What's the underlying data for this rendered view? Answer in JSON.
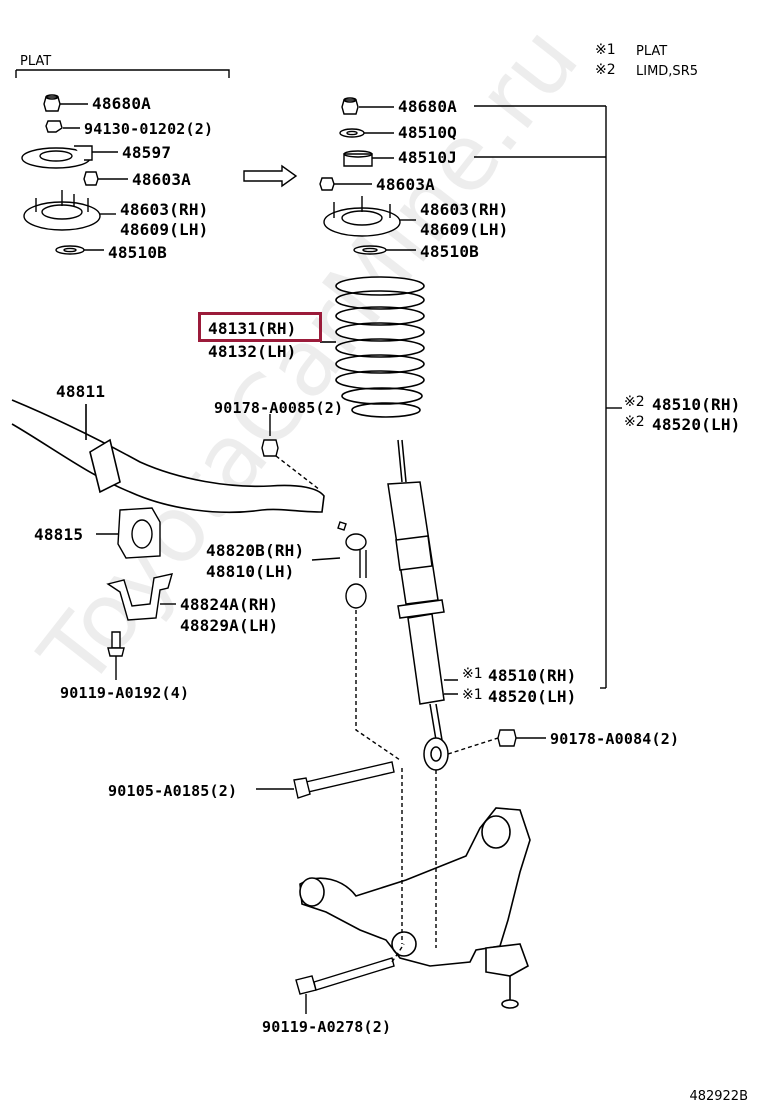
{
  "legend": {
    "note1_mark": "※1",
    "note1_text": "PLAT",
    "note2_mark": "※2",
    "note2_text": "LIMD,SR5"
  },
  "plat_box_label": "PLAT",
  "parts_left": {
    "p48680a": "48680A",
    "p94130": "94130-01202(2)",
    "p48597": "48597",
    "p48603a": "48603A",
    "p48603_rh": "48603(RH)",
    "p48609_lh": "48609(LH)",
    "p48510b": "48510B"
  },
  "parts_right": {
    "p48680a": "48680A",
    "p48510q": "48510Q",
    "p48510j": "48510J",
    "p48603a": "48603A",
    "p48603_rh": "48603(RH)",
    "p48609_lh": "48609(LH)",
    "p48510b": "48510B"
  },
  "spring": {
    "rh": "48131(RH)",
    "lh": "48132(LH)"
  },
  "stabilizer": {
    "bar": "48811",
    "nut": "90178-A0085(2)",
    "bushing": "48815",
    "link_rh": "48820B(RH)",
    "link_lh": "48810(LH)",
    "bracket_rh": "48824A(RH)",
    "bracket_lh": "48829A(LH)",
    "bolt": "90119-A0192(4)"
  },
  "strut": {
    "mark2": "※2",
    "assy2_rh": "48510(RH)",
    "assy2_lh": "48520(LH)",
    "mark1": "※1",
    "shock1_rh": "48510(RH)",
    "shock1_lh": "48520(LH)",
    "lower_nut": "90178-A0084(2)",
    "lower_bolt": "90105-A0185(2)",
    "arm_bolt": "90119-A0278(2)"
  },
  "watermark": "ToyotaCarMine.ru",
  "figure_id": "482922B",
  "colors": {
    "highlight": "#9b1b3a",
    "line": "#000000"
  }
}
